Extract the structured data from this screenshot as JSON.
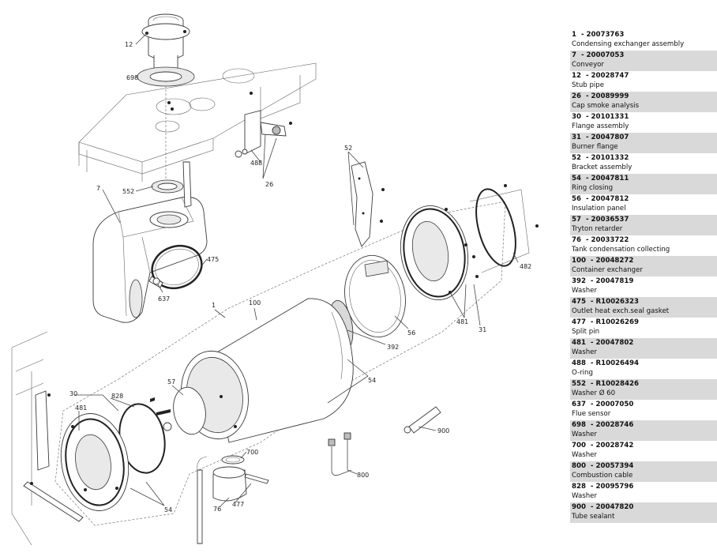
{
  "diagram": {
    "callouts": [
      "12",
      "698",
      "7",
      "552",
      "488",
      "26",
      "475",
      "637",
      "1",
      "100",
      "52",
      "482",
      "481",
      "31",
      "56",
      "392",
      "54",
      "57",
      "30",
      "828",
      "481",
      "54",
      "700",
      "477",
      "76",
      "800",
      "900"
    ]
  },
  "parts": [
    {
      "ref": "1",
      "code": "20073763",
      "desc": "Condensing exchanger assembly"
    },
    {
      "ref": "7",
      "code": "20007053",
      "desc": "Conveyor"
    },
    {
      "ref": "12",
      "code": "20028747",
      "desc": "Stub pipe"
    },
    {
      "ref": "26",
      "code": "20089999",
      "desc": "Cap smoke analysis"
    },
    {
      "ref": "30",
      "code": "20101331",
      "desc": "Flange assembly"
    },
    {
      "ref": "31",
      "code": "20047807",
      "desc": "Burner flange"
    },
    {
      "ref": "52",
      "code": "20101332",
      "desc": "Bracket assembly"
    },
    {
      "ref": "54",
      "code": "20047811",
      "desc": "Ring closing"
    },
    {
      "ref": "56",
      "code": "20047812",
      "desc": "Insulation panel"
    },
    {
      "ref": "57",
      "code": "20036537",
      "desc": "Tryton retarder"
    },
    {
      "ref": "76",
      "code": "20033722",
      "desc": "Tank condensation collecting"
    },
    {
      "ref": "100",
      "code": "20048272",
      "desc": "Container exchanger"
    },
    {
      "ref": "392",
      "code": "20047819",
      "desc": "Washer"
    },
    {
      "ref": "475",
      "code": "R10026323",
      "desc": "Outlet heat exch.seal gasket"
    },
    {
      "ref": "477",
      "code": "R10026269",
      "desc": "Split pin"
    },
    {
      "ref": "481",
      "code": "20047802",
      "desc": "Washer"
    },
    {
      "ref": "488",
      "code": "R10026494",
      "desc": "O-ring"
    },
    {
      "ref": "552",
      "code": "R10028426",
      "desc": "Washer Ø 60"
    },
    {
      "ref": "637",
      "code": "20007050",
      "desc": "Flue sensor"
    },
    {
      "ref": "698",
      "code": "20028746",
      "desc": "Washer"
    },
    {
      "ref": "700",
      "code": "20028742",
      "desc": "Washer"
    },
    {
      "ref": "800",
      "code": "20057394",
      "desc": "Combustion cable"
    },
    {
      "ref": "828",
      "code": "20095796",
      "desc": "Washer"
    },
    {
      "ref": "900",
      "code": "20047820",
      "desc": "Tube sealant"
    }
  ]
}
